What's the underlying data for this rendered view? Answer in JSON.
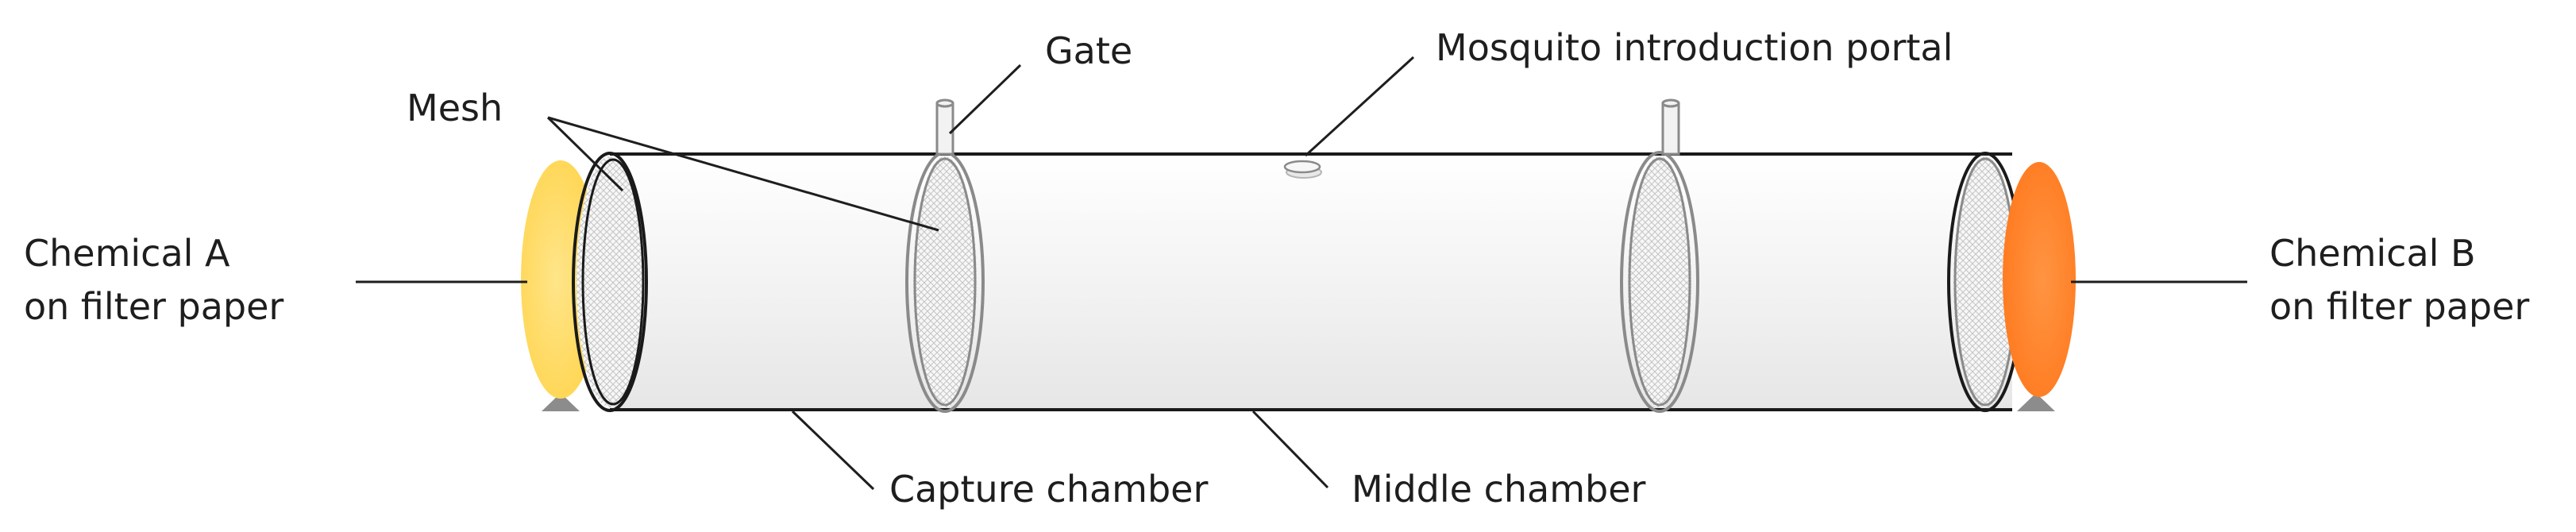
{
  "labels": {
    "gate": "Gate",
    "portal": "Mosquito introduction portal",
    "mesh": "Mesh",
    "chemical_a_line1": "Chemical A",
    "chemical_a_line2": "on filter paper",
    "chemical_b_line1": "Chemical B",
    "chemical_b_line2": "on filter paper",
    "capture_chamber": "Capture chamber",
    "middle_chamber": "Middle chamber"
  },
  "colors": {
    "chemical_a_paper": "#FFD966",
    "chemical_b_paper": "#FF7F2A",
    "tube_outline": "#1a1a1a",
    "stand": "#8c8c8c"
  }
}
